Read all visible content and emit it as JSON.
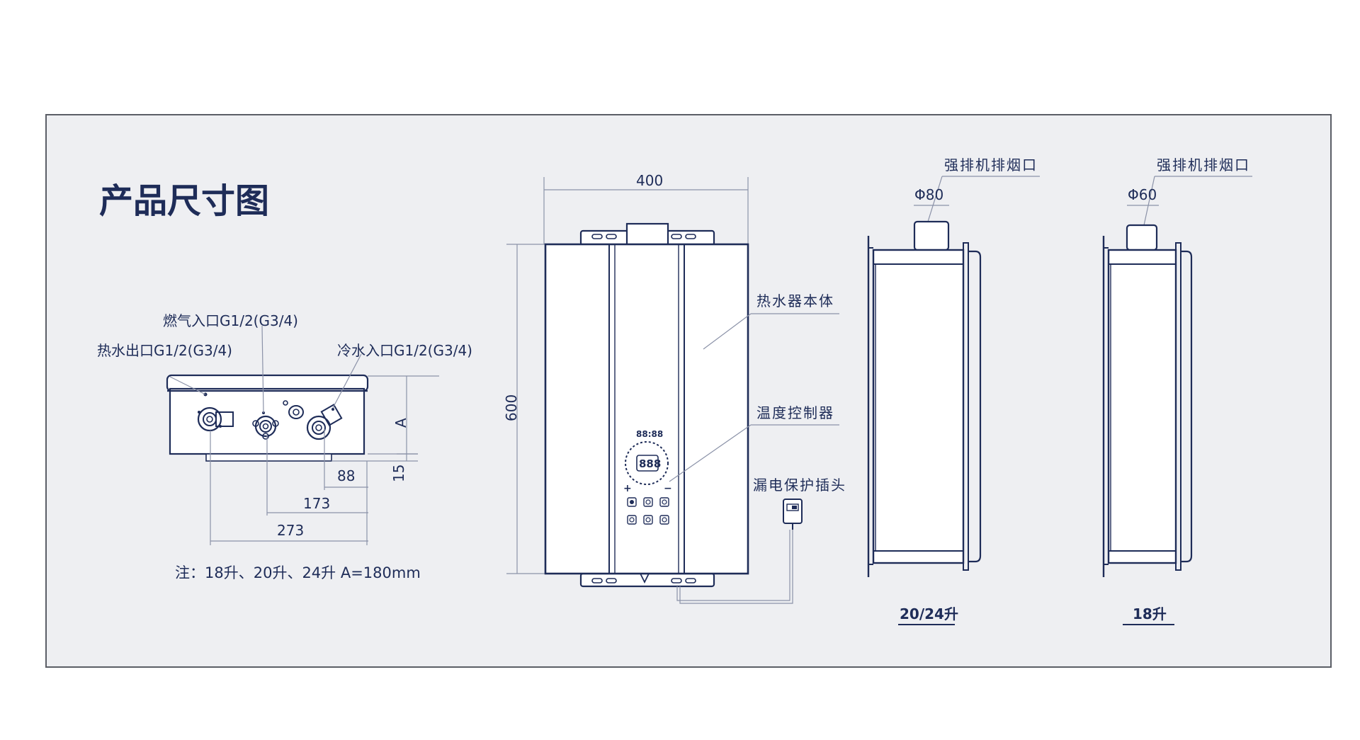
{
  "title": "产品尺寸图",
  "bottom_view": {
    "labels": {
      "gas_inlet": "燃气入口G1/2(G3/4)",
      "hot_outlet": "热水出口G1/2(G3/4)",
      "cold_inlet": "冷水入口G1/2(G3/4)"
    },
    "dims": {
      "a": "A",
      "d15": "15",
      "d88": "88",
      "d173": "173",
      "d273": "273"
    },
    "note": "注：18升、20升、24升 A=180mm"
  },
  "front_view": {
    "dim_width": "400",
    "dim_height": "600",
    "labels": {
      "body": "热水器本体",
      "controller": "温度控制器",
      "plug": "漏电保护插头"
    },
    "display_small": "88:88",
    "display_big": "888",
    "plus": "+",
    "minus": "−"
  },
  "side_views": [
    {
      "exhaust_label": "强排机排烟口",
      "diameter": "Φ80",
      "model": "20/24升"
    },
    {
      "exhaust_label": "强排机排烟口",
      "diameter": "Φ60",
      "model": "18升"
    }
  ]
}
